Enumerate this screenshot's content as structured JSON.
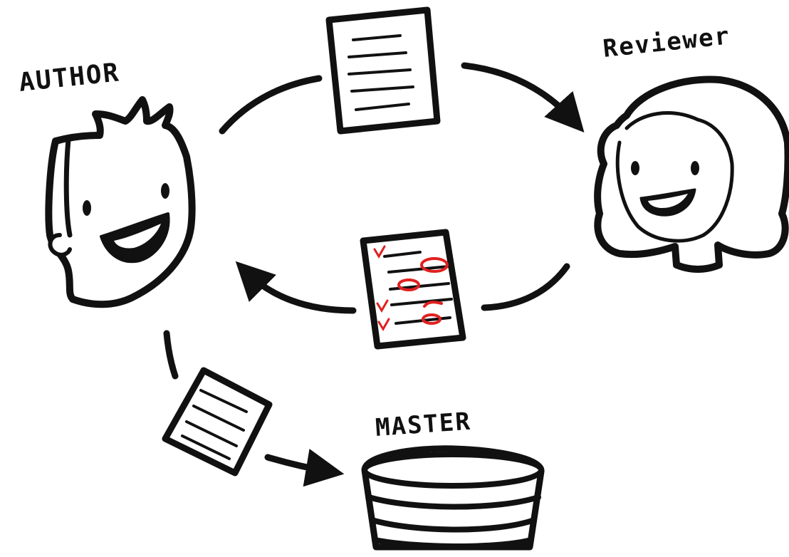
{
  "labels": {
    "author": "AUTHOR",
    "reviewer": "Reviewer",
    "master": "MASTER"
  },
  "icons": {
    "author": "author-face-icon",
    "reviewer": "reviewer-face-icon",
    "document_submitted": "document-icon",
    "document_reviewed": "reviewed-document-icon",
    "document_merged": "merged-document-icon",
    "master": "database-icon"
  },
  "colors": {
    "ink": "#111111",
    "review_marks": "#e02020",
    "paper": "#ffffff"
  }
}
